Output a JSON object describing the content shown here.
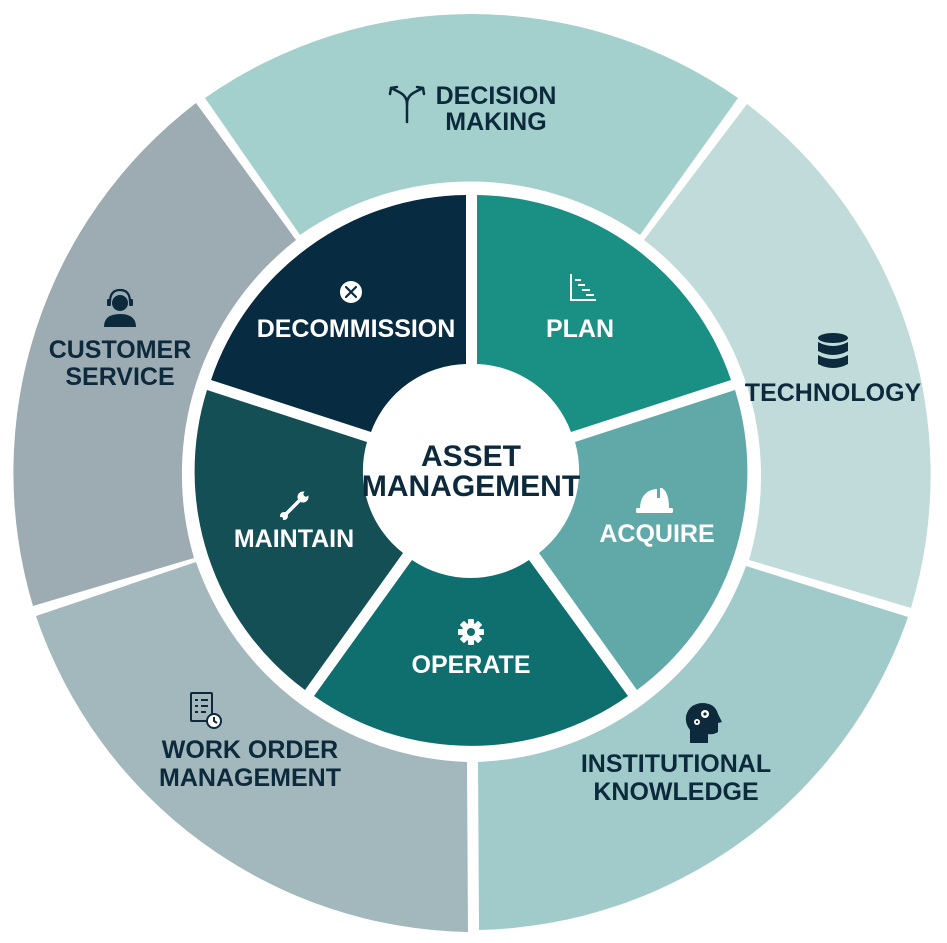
{
  "center": {
    "line1": "ASSET",
    "line2": "MANAGEMENT"
  },
  "outer_segments": [
    {
      "id": "decision-making",
      "line1": "DECISION",
      "line2": "MAKING",
      "icon": "split-arrow-icon",
      "color": "#a3d0cc"
    },
    {
      "id": "technology",
      "line1": "TECHNOLOGY",
      "line2": "",
      "icon": "database-icon",
      "color": "#c1dbdb"
    },
    {
      "id": "institutional-knowledge",
      "line1": "INSTITUTIONAL",
      "line2": "KNOWLEDGE",
      "icon": "head-gears-icon",
      "color": "#a1cbcb"
    },
    {
      "id": "work-order-management",
      "line1": "WORK ORDER",
      "line2": "MANAGEMENT",
      "icon": "checklist-clock-icon",
      "color": "#a2b8bd"
    },
    {
      "id": "customer-service",
      "line1": "CUSTOMER",
      "line2": "SERVICE",
      "icon": "headset-person-icon",
      "color": "#9dabb3"
    }
  ],
  "inner_segments": [
    {
      "id": "plan",
      "label": "PLAN",
      "icon": "gantt-chart-icon",
      "color": "#1a8f83"
    },
    {
      "id": "acquire",
      "label": "ACQUIRE",
      "icon": "hard-hat-icon",
      "color": "#61a8a8"
    },
    {
      "id": "operate",
      "label": "OPERATE",
      "icon": "gear-icon",
      "color": "#0f6e6e"
    },
    {
      "id": "maintain",
      "label": "MAINTAIN",
      "icon": "wrench-icon",
      "color": "#144f56"
    },
    {
      "id": "decommission",
      "label": "DECOMMISSION",
      "icon": "x-circle-icon",
      "color": "#072b40"
    }
  ]
}
